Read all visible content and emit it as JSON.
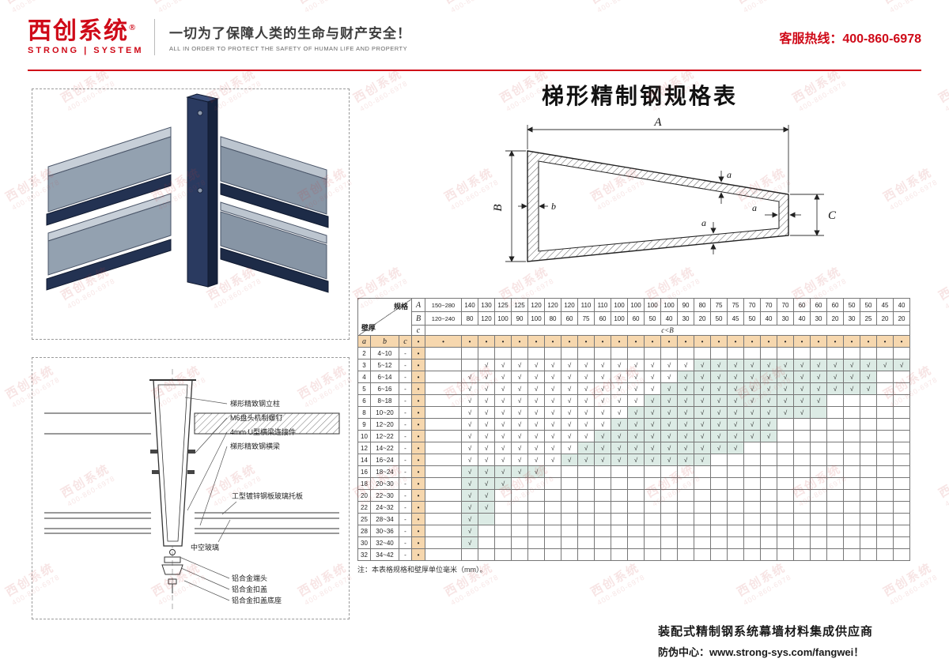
{
  "header": {
    "logo_cn": "西创系统",
    "logo_reg": "®",
    "logo_en": "STRONG | SYSTEM",
    "slogan_cn": "一切为了保障人类的生命与财产安全！",
    "slogan_en": "ALL IN ORDER TO PROTECT THE SAFETY OF HUMAN LIFE AND PROPERTY",
    "hotline_label": "客服热线：",
    "hotline_number": "400-860-6978"
  },
  "watermark": {
    "line1": "西创系统",
    "line2": "400-860-6978"
  },
  "title": "梯形精制钢规格表",
  "colors": {
    "brand_red": "#cf0a18",
    "peach": "#f6d7ae",
    "teal": "#dcebe5"
  },
  "diagram": {
    "labels": {
      "A": "A",
      "B": "B",
      "C": "C",
      "a_top": "a",
      "a_bottom": "a",
      "a_right": "a",
      "b": "b"
    }
  },
  "drawings": {
    "detail_labels": {
      "l1": "梯形精致钢立柱",
      "l2": "M6盘头机制螺钉",
      "l3": "4mm U型横梁连接件",
      "l4": "梯形精致钢横梁",
      "l5": "工型镀锌钢板玻璃托板",
      "l6": "中空玻璃",
      "l7": "铝合金端头",
      "l8": "铝合金扣盖",
      "l9": "铝合金扣盖底座"
    }
  },
  "table": {
    "corner_top": "规格",
    "corner_bottom": "壁厚",
    "row_labels": {
      "A": "A",
      "B": "B",
      "c": "c"
    },
    "sub_headers": [
      "a",
      "b",
      "c"
    ],
    "c_row_text": "c<B",
    "bullet": "•",
    "check": "√",
    "specs_A": [
      "150~280",
      "140",
      "130",
      "125",
      "125",
      "120",
      "120",
      "120",
      "110",
      "110",
      "100",
      "100",
      "100",
      "100",
      "90",
      "80",
      "75",
      "75",
      "70",
      "70",
      "70",
      "60",
      "60",
      "60",
      "50",
      "50",
      "45",
      "40"
    ],
    "specs_B": [
      "120~240",
      "80",
      "120",
      "100",
      "90",
      "100",
      "80",
      "60",
      "75",
      "60",
      "100",
      "60",
      "50",
      "40",
      "30",
      "20",
      "50",
      "45",
      "50",
      "40",
      "30",
      "40",
      "30",
      "20",
      "30",
      "25",
      "20",
      "20"
    ],
    "rows": [
      {
        "a": "2",
        "b": "4~10",
        "c": "-",
        "checks": null,
        "teal": null
      },
      {
        "a": "3",
        "b": "5~12",
        "c": "-",
        "checks": [
          2,
          27
        ],
        "teal": [
          15,
          27
        ]
      },
      {
        "a": "4",
        "b": "6~14",
        "c": "-",
        "checks": [
          1,
          25
        ],
        "teal": [
          14,
          25
        ]
      },
      {
        "a": "5",
        "b": "6~16",
        "c": "-",
        "checks": [
          1,
          25
        ],
        "teal": [
          13,
          25
        ]
      },
      {
        "a": "6",
        "b": "8~18",
        "c": "-",
        "checks": [
          1,
          22
        ],
        "teal": [
          12,
          22
        ]
      },
      {
        "a": "8",
        "b": "10~20",
        "c": "-",
        "checks": [
          1,
          21
        ],
        "teal": [
          11,
          22
        ]
      },
      {
        "a": "9",
        "b": "12~20",
        "c": "-",
        "checks": [
          1,
          19
        ],
        "teal": [
          10,
          19
        ]
      },
      {
        "a": "10",
        "b": "12~22",
        "c": "-",
        "checks": [
          1,
          19
        ],
        "teal": [
          9,
          19
        ]
      },
      {
        "a": "12",
        "b": "14~22",
        "c": "-",
        "checks": [
          1,
          17
        ],
        "teal": [
          8,
          17
        ]
      },
      {
        "a": "14",
        "b": "16~24",
        "c": "-",
        "checks": [
          1,
          15
        ],
        "teal": [
          7,
          15
        ]
      },
      {
        "a": "16",
        "b": "18~24",
        "c": "-",
        "checks": [
          1,
          5
        ],
        "teal": [
          1,
          5
        ]
      },
      {
        "a": "18",
        "b": "20~30",
        "c": "-",
        "checks": [
          1,
          3
        ],
        "teal": [
          1,
          3
        ]
      },
      {
        "a": "20",
        "b": "22~30",
        "c": "-",
        "checks": [
          1,
          2
        ],
        "teal": [
          1,
          2
        ]
      },
      {
        "a": "22",
        "b": "24~32",
        "c": "-",
        "checks": [
          1,
          2
        ],
        "teal": [
          1,
          2
        ]
      },
      {
        "a": "25",
        "b": "28~34",
        "c": "-",
        "checks": [
          1,
          1
        ],
        "teal": [
          1,
          2
        ]
      },
      {
        "a": "28",
        "b": "30~36",
        "c": "-",
        "checks": [
          1,
          1
        ],
        "teal": [
          1,
          1
        ]
      },
      {
        "a": "30",
        "b": "32~40",
        "c": "-",
        "checks": [
          1,
          1
        ],
        "teal": [
          1,
          1
        ]
      },
      {
        "a": "32",
        "b": "34~42",
        "c": "-",
        "checks": null,
        "teal": null
      }
    ],
    "note": "注：本表格规格和壁厚单位毫米（mm）。"
  },
  "footer": {
    "line1": "装配式精制钢系统幕墙材料集成供应商",
    "line2": "防伪中心：www.strong-sys.com/fangwei！"
  }
}
